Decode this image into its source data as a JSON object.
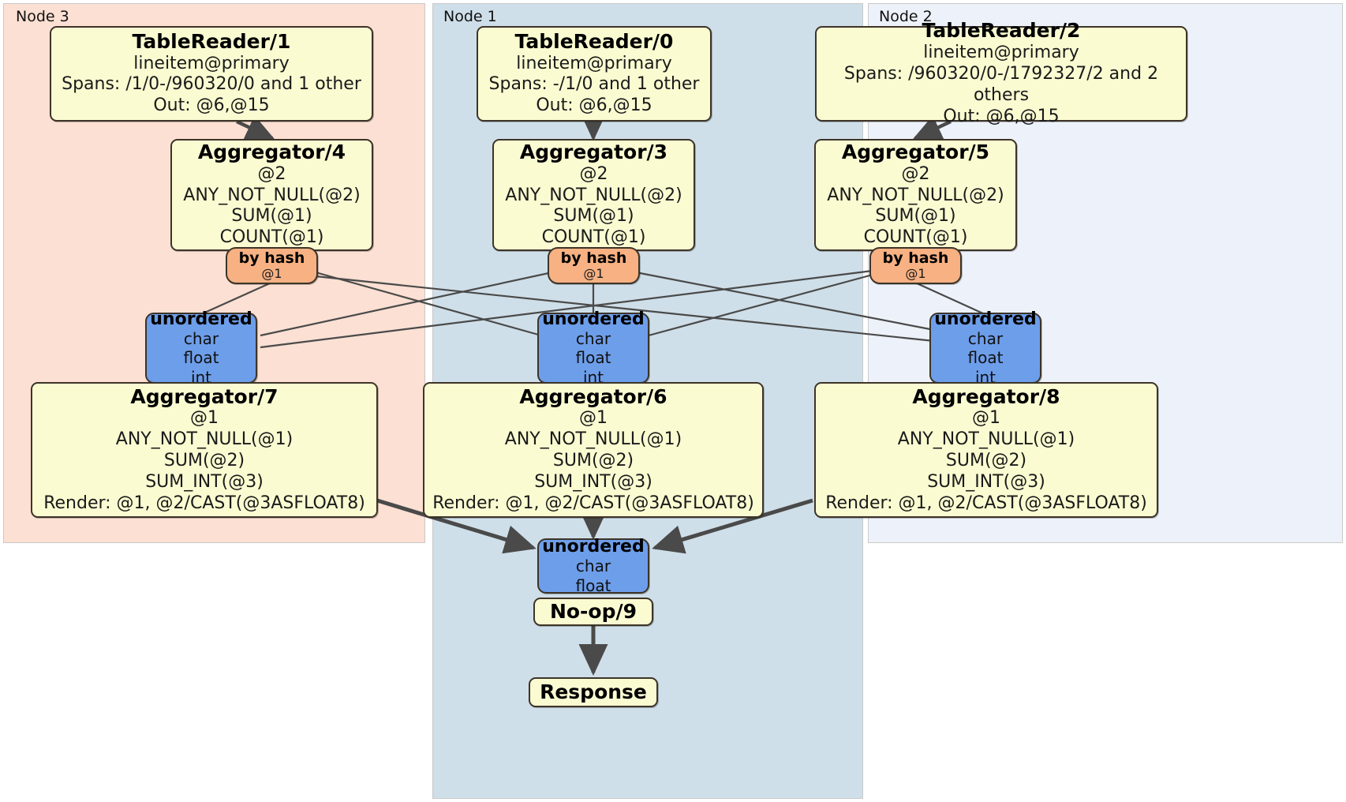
{
  "diagram": {
    "type": "distributed-query-plan",
    "colors": {
      "processor_fill": "#fbfbd2",
      "router_fill": "#f7b183",
      "synchronizer_fill": "#6d9eea",
      "node3_panel": "#fbe0d3",
      "node1_panel": "#cfdfe9",
      "node2_panel": "#edf2fa",
      "edge_stroke": "#4a4a4a",
      "border": "#3d3428"
    }
  },
  "panels": [
    {
      "id": "node3",
      "label": "Node 3"
    },
    {
      "id": "node1",
      "label": "Node 1"
    },
    {
      "id": "node2",
      "label": "Node 2"
    }
  ],
  "nodes": {
    "tablereader1": {
      "title": "TableReader/1",
      "lines": [
        "lineitem@primary",
        "Spans: /1/0-/960320/0 and 1 other",
        "Out: @6,@15"
      ]
    },
    "tablereader0": {
      "title": "TableReader/0",
      "lines": [
        "lineitem@primary",
        "Spans: -/1/0 and 1 other",
        "Out: @6,@15"
      ]
    },
    "tablereader2": {
      "title": "TableReader/2",
      "lines": [
        "lineitem@primary",
        "Spans: /960320/0-/1792327/2 and 2 others",
        "Out: @6,@15"
      ]
    },
    "aggregator4": {
      "title": "Aggregator/4",
      "lines": [
        "@2",
        "ANY_NOT_NULL(@2)",
        "SUM(@1)",
        "COUNT(@1)"
      ]
    },
    "aggregator3": {
      "title": "Aggregator/3",
      "lines": [
        "@2",
        "ANY_NOT_NULL(@2)",
        "SUM(@1)",
        "COUNT(@1)"
      ]
    },
    "aggregator5": {
      "title": "Aggregator/5",
      "lines": [
        "@2",
        "ANY_NOT_NULL(@2)",
        "SUM(@1)",
        "COUNT(@1)"
      ]
    },
    "byhash_left": {
      "title": "by hash",
      "lines": [
        "@1"
      ]
    },
    "byhash_center": {
      "title": "by hash",
      "lines": [
        "@1"
      ]
    },
    "byhash_right": {
      "title": "by hash",
      "lines": [
        "@1"
      ]
    },
    "unordered_left": {
      "title": "unordered",
      "lines": [
        "char",
        "float",
        "int"
      ]
    },
    "unordered_center": {
      "title": "unordered",
      "lines": [
        "char",
        "float",
        "int"
      ]
    },
    "unordered_right": {
      "title": "unordered",
      "lines": [
        "char",
        "float",
        "int"
      ]
    },
    "aggregator7": {
      "title": "Aggregator/7",
      "lines": [
        "@1",
        "ANY_NOT_NULL(@1)",
        "SUM(@2)",
        "SUM_INT(@3)",
        "Render: @1, @2/CAST(@3ASFLOAT8)"
      ]
    },
    "aggregator6": {
      "title": "Aggregator/6",
      "lines": [
        "@1",
        "ANY_NOT_NULL(@1)",
        "SUM(@2)",
        "SUM_INT(@3)",
        "Render: @1, @2/CAST(@3ASFLOAT8)"
      ]
    },
    "aggregator8": {
      "title": "Aggregator/8",
      "lines": [
        "@1",
        "ANY_NOT_NULL(@1)",
        "SUM(@2)",
        "SUM_INT(@3)",
        "Render: @1, @2/CAST(@3ASFLOAT8)"
      ]
    },
    "unordered_final": {
      "title": "unordered",
      "lines": [
        "char",
        "float"
      ]
    },
    "noop9": {
      "title": "No-op/9",
      "lines": []
    },
    "response": {
      "title": "Response",
      "lines": []
    }
  }
}
